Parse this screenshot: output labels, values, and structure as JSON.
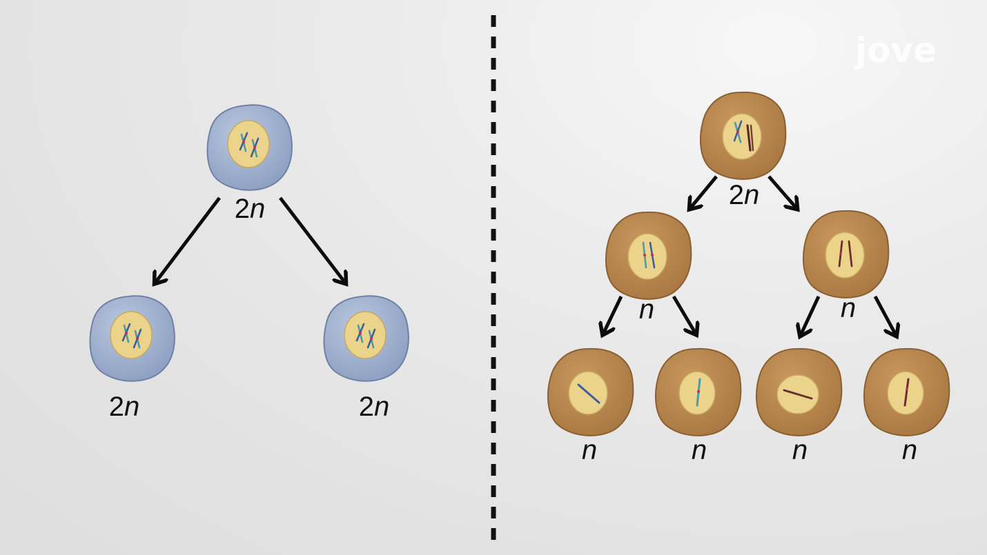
{
  "brand": {
    "logo_text": "jove"
  },
  "colors": {
    "mitosis_cell": "#9aaccb",
    "meiosis_cell": "#b5844f",
    "nucleus": "#ecd38c",
    "arrow": "#0c0c0c",
    "divider": "#111111"
  },
  "mitosis": {
    "parent": {
      "num": "2",
      "var": "n"
    },
    "daughter_left": {
      "num": "2",
      "var": "n"
    },
    "daughter_right": {
      "num": "2",
      "var": "n"
    }
  },
  "meiosis": {
    "parent": {
      "num": "2",
      "var": "n"
    },
    "second_left": {
      "num": "",
      "var": "n"
    },
    "second_right": {
      "num": "",
      "var": "n"
    },
    "final_1": {
      "num": "",
      "var": "n"
    },
    "final_2": {
      "num": "",
      "var": "n"
    },
    "final_3": {
      "num": "",
      "var": "n"
    },
    "final_4": {
      "num": "",
      "var": "n"
    }
  }
}
